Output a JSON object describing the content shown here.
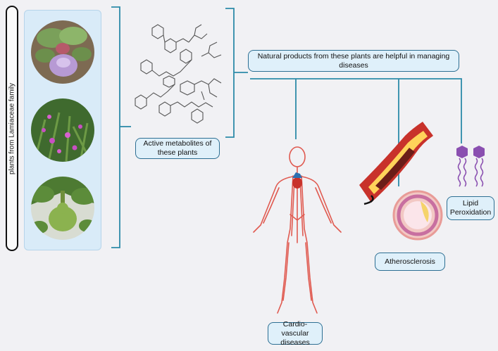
{
  "side_label": "plants from Lamiaceae family",
  "metabolites_label": "Active metabolites of these plants",
  "natural_products_label": "Natural products from these plants are helpful in managing diseases",
  "outcomes": {
    "cardio": "Cardio-vascular diseases",
    "athero": "Atherosclerosis",
    "lipid": "Lipid Peroxidation"
  },
  "colors": {
    "line": "#2d8ba8",
    "box_fill": "#dff0fa",
    "box_border": "#2d6f93",
    "vessel": "#e05a50",
    "lipid_purple": "#8a4fb0"
  }
}
